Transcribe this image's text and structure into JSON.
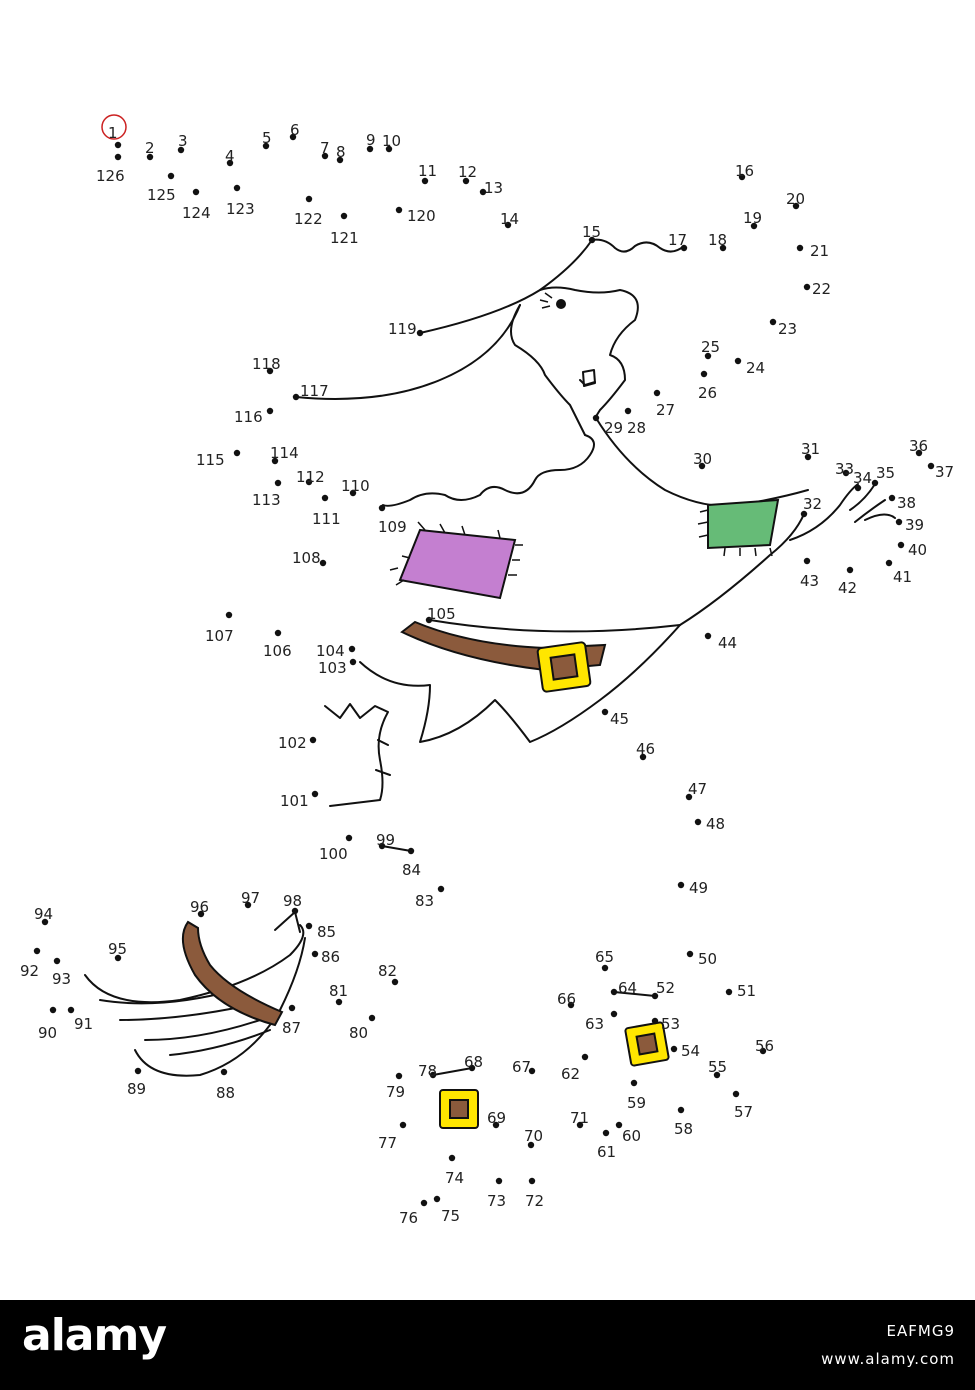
{
  "puzzle": {
    "start_number": "1",
    "accent_color": "#cc2222",
    "skirt_color": "#8b5a3c",
    "buckle_color": "#ffe600",
    "patch_pink_color": "#c47fd0",
    "patch_green_color": "#66bb77",
    "numbers": [
      "1",
      "2",
      "3",
      "4",
      "5",
      "6",
      "7",
      "8",
      "9",
      "10",
      "11",
      "12",
      "13",
      "14",
      "15",
      "16",
      "17",
      "18",
      "19",
      "20",
      "21",
      "22",
      "23",
      "24",
      "25",
      "26",
      "27",
      "28",
      "29",
      "30",
      "31",
      "32",
      "33",
      "34",
      "35",
      "36",
      "37",
      "38",
      "39",
      "40",
      "41",
      "42",
      "43",
      "44",
      "45",
      "46",
      "47",
      "48",
      "49",
      "50",
      "51",
      "52",
      "53",
      "54",
      "55",
      "56",
      "57",
      "58",
      "59",
      "60",
      "61",
      "62",
      "63",
      "64",
      "65",
      "66",
      "67",
      "68",
      "69",
      "70",
      "71",
      "72",
      "73",
      "74",
      "75",
      "76",
      "77",
      "78",
      "79",
      "80",
      "81",
      "82",
      "83",
      "84",
      "85",
      "86",
      "87",
      "88",
      "89",
      "90",
      "91",
      "92",
      "93",
      "94",
      "95",
      "96",
      "97",
      "98",
      "99",
      "100",
      "101",
      "102",
      "103",
      "104",
      "105",
      "106",
      "107",
      "108",
      "109",
      "110",
      "111",
      "112",
      "113",
      "114",
      "115",
      "116",
      "117",
      "118",
      "119",
      "120",
      "121",
      "122",
      "123",
      "124",
      "125",
      "126"
    ]
  },
  "footer": {
    "brand": "alamy",
    "image_id": "EAFMG9",
    "site": "www.alamy.com"
  }
}
